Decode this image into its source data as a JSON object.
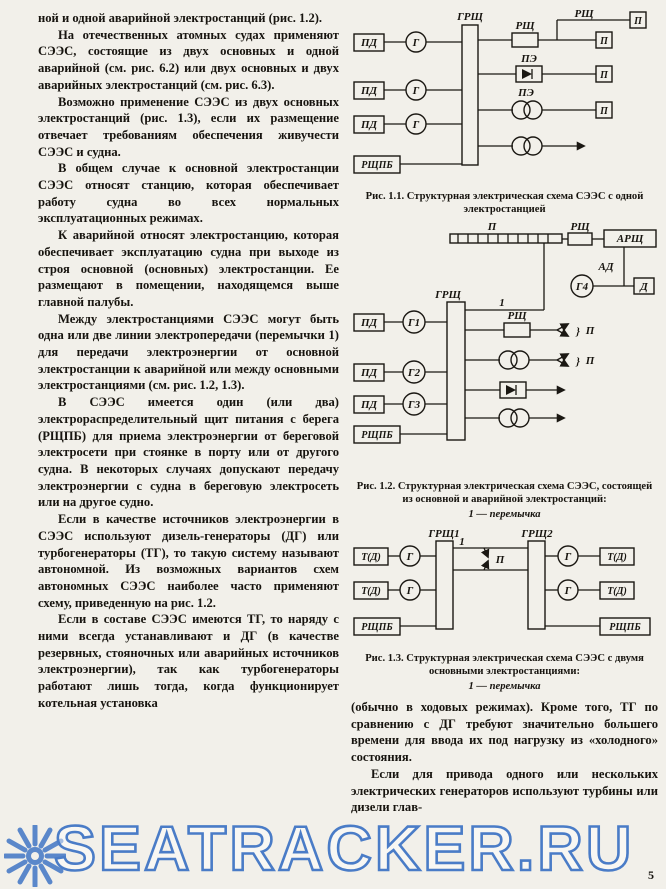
{
  "page": {
    "number": "5",
    "watermark": "SEATRACKER.RU"
  },
  "left_column": {
    "paragraphs": [
      "ной и одной аварийной электростанций (рис. 1.2).",
      "На отечественных атомных судах применяют СЭЭС, состоящие из двух основных и одной аварийной (см. рис. 6.2) или двух основных и двух аварийных электростанций (см. рис. 6.3).",
      "Возможно применение СЭЭС из двух основных электростанций (рис. 1.3), если их размещение отвечает требованиям обеспечения живучести СЭЭС и судна.",
      "В общем случае к основной электростанции СЭЭС относят станцию, которая обеспечивает работу судна во всех нормальных эксплуатационных режимах.",
      "К аварийной относят электростанцию, которая обеспечивает эксплуатацию судна при выходе из строя основной (основных) электростанции. Ее размещают в помещении, находящемся выше главной палубы.",
      "Между электростанциями СЭЭС могут быть одна или две линии электропередачи (перемычки 1) для передачи электроэнергии от основной электростанции к аварийной или между основными электростанциями (см. рис. 1.2, 1.3).",
      "В СЭЭС имеется один (или два) электрораспределительный щит питания с берега (РЩПБ) для приема электроэнергии от береговой электросети при стоянке в порту или от другого судна. В некоторых случаях допускают передачу электроэнергии с судна в береговую электросеть или на другое судно.",
      "Если в качестве источников электроэнергии в СЭЭС используют дизель-генераторы (ДГ) или турбогенераторы (ТГ), то такую систему называют автономной. Из возможных вариантов схем автономных СЭЭС наиболее часто применяют схему, приведенную на рис. 1.2.",
      "Если в составе СЭЭС имеются ТГ, то наряду с ними всегда устанавливают и ДГ (в качестве резервных, стояночных или аварийных источников электроэнергии), так как турбогенераторы работают лишь тогда, когда функционирует котельная установка"
    ]
  },
  "right_column": {
    "fig11": {
      "caption": "Рис. 1.1. Структурная электрическая схема СЭЭС с одной электростанцией",
      "labels": {
        "grshch": "ГРЩ",
        "rshch": "РЩ",
        "pd": "ПД",
        "g": "Г",
        "p": "П",
        "pe": "ПЭ",
        "rshchpb": "РЩПБ"
      }
    },
    "fig12": {
      "caption": "Рис. 1.2. Структурная электрическая схема СЭЭС, состоящей из основной и аварийной электростанций:",
      "legend": "1 — перемычка",
      "labels": {
        "p": "П",
        "rshch": "РЩ",
        "arshch": "АРЩ",
        "ad": "АД",
        "g4": "Г4",
        "d": "Д",
        "grshch": "ГРЩ",
        "pd": "ПД",
        "g1": "Г1",
        "g2": "Г2",
        "g3": "Г3",
        "rshchpb": "РЩПБ",
        "jumper": "1",
        "brace": "}"
      }
    },
    "fig13": {
      "caption": "Рис. 1.3. Структурная электрическая схема СЭЭС с двумя основными электростанциями:",
      "legend": "1 — перемычка",
      "labels": {
        "grshch1": "ГРЩ1",
        "grshch2": "ГРЩ2",
        "td": "Т(Д)",
        "g": "Г",
        "p": "П",
        "rshchpb": "РЩПБ",
        "jumper": "1"
      }
    },
    "paragraphs": [
      "(обычно в ходовых режимах). Кроме того, ТГ по сравнению с ДГ требуют значительно большего времени для ввода их под нагрузку из «холодного» состояния.",
      "Если для привода одного или нескольких электрических генераторов используют турбины или дизели глав-"
    ]
  }
}
